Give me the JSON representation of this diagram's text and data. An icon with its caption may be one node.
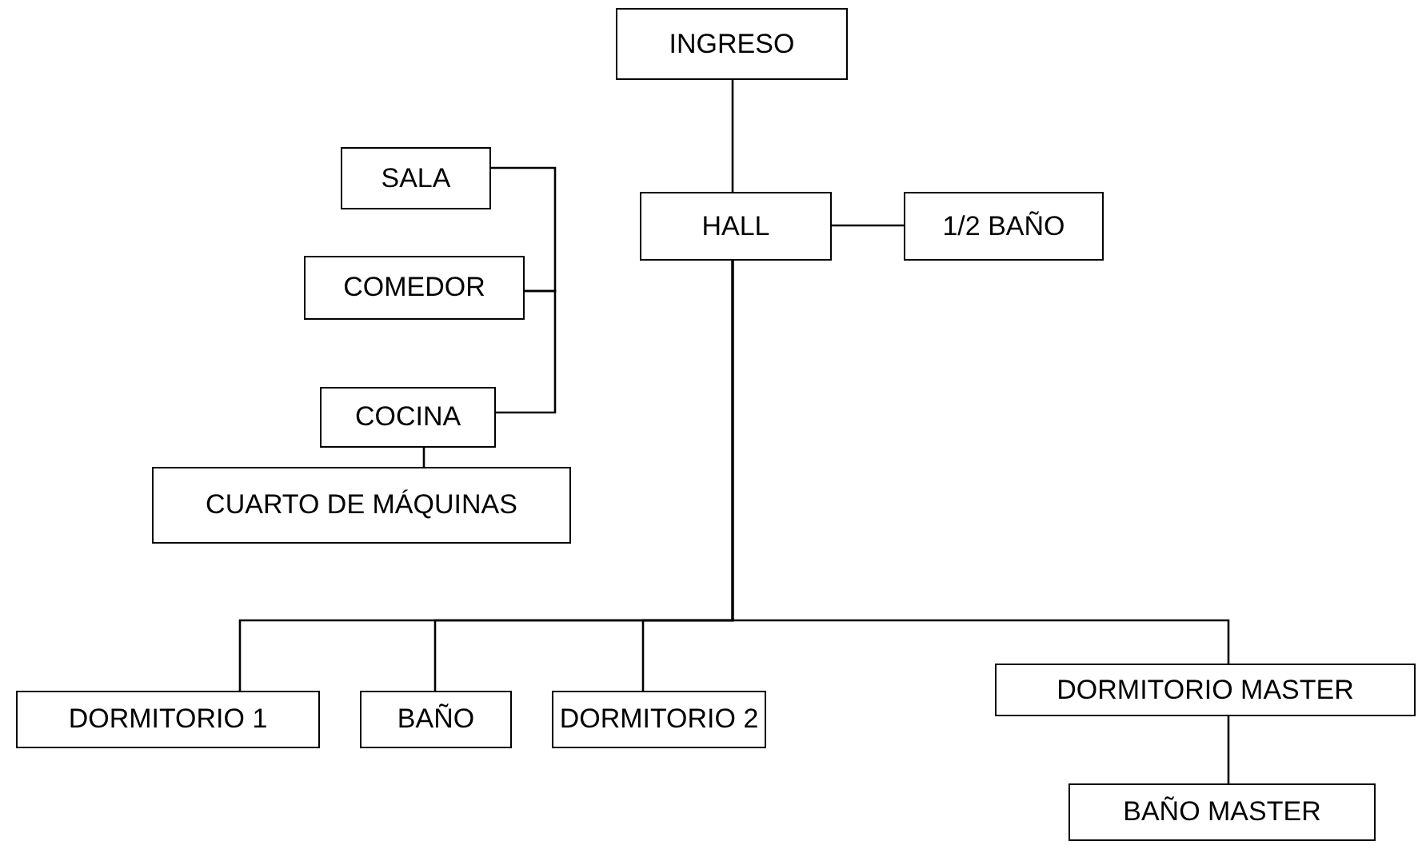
{
  "diagram": {
    "nodes": [
      {
        "text": [
          "INGRESO"
        ]
      },
      {
        "text": [
          "SALA"
        ]
      },
      {
        "text": [
          "HALL"
        ]
      },
      {
        "text": [
          "1/2 BAÑO"
        ]
      },
      {
        "text": [
          "COMEDOR"
        ]
      },
      {
        "text": [
          "COCINA"
        ]
      },
      {
        "text": [
          "CUARTO DE MÁQUINAS"
        ]
      },
      {
        "text": [
          "DORMITORIO 1"
        ]
      },
      {
        "text": [
          "BAÑO"
        ]
      },
      {
        "text": [
          "DORMITORIO 2"
        ]
      },
      {
        "text": [
          "DORMITORIO MASTER"
        ]
      },
      {
        "text": [
          "BAÑO MASTER"
        ]
      }
    ],
    "edges": [
      {
        "from": 0,
        "to": 2,
        "arrow": "none"
      },
      {
        "from": 2,
        "to": 3,
        "arrow": "none"
      },
      {
        "from": 1,
        "to": 4,
        "arrow": "none"
      },
      {
        "from": 4,
        "to": 5,
        "arrow": "none"
      },
      {
        "from": 5,
        "to": 6,
        "arrow": "none"
      },
      {
        "from": 2,
        "to": 7,
        "arrow": "none"
      },
      {
        "from": 2,
        "to": 8,
        "arrow": "none"
      },
      {
        "from": 2,
        "to": 9,
        "arrow": "none"
      },
      {
        "from": 2,
        "to": 10,
        "arrow": "none"
      },
      {
        "from": 10,
        "to": 11,
        "arrow": "none"
      }
    ]
  }
}
